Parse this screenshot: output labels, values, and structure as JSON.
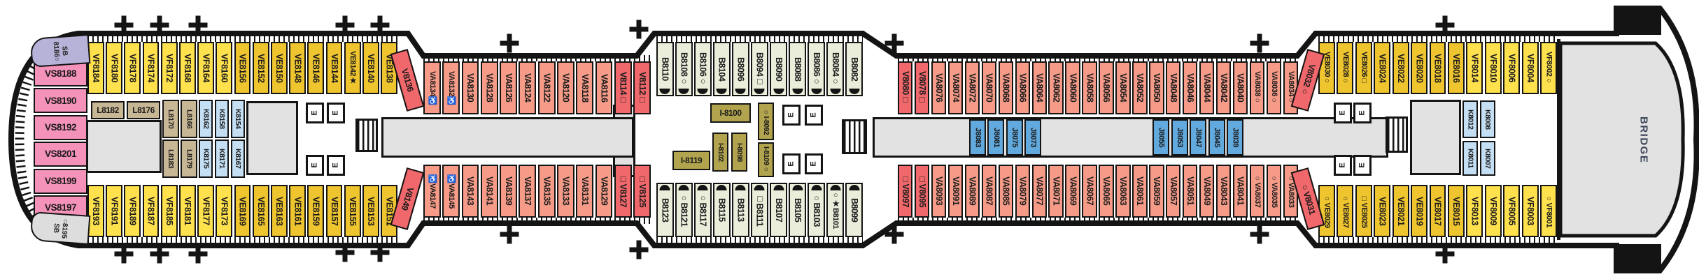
{
  "bridge_label": "BRIDGE",
  "elevator_label": "E",
  "legend_colors": {
    "vf": "#FFE14E",
    "ve": "#EEC42F",
    "vs": "#F492B9",
    "sb": "#B7B2D7",
    "v": "#F0686B",
    "va": "#F59B88",
    "b": "#EAEDDA",
    "l": "#C8B795",
    "i": "#B2A44F",
    "j": "#62A9DE",
    "k": "#C4DFF4",
    "open_area": "#E2E2E2",
    "line": "#141414"
  },
  "rows": {
    "a_top": [
      "VF8184",
      "VF8180",
      "VF8178",
      "VF8174",
      "VF8172",
      "VF8168",
      "VF8164",
      "VF8160",
      "VE8156",
      "VE8152",
      "VE8150",
      "VE8148",
      "VE8146",
      "VE8144",
      "VE8142★",
      "VE8140",
      "VE8138"
    ],
    "a_bottom": [
      "VF8193",
      "VF8191",
      "VF8189",
      "VF8187",
      "VF8185",
      "VF8181",
      "VF8177",
      "VF8173",
      "VE8169",
      "VE8165",
      "VE8163",
      "VE8161",
      "VE8159",
      "VE8157",
      "VE8155",
      "VE8153",
      "VE8151"
    ],
    "b_top": [
      "VA8134♿",
      "VA8132♿",
      "VA8130",
      "VA8128",
      "VA8126",
      "VA8124",
      "VA8122",
      "VA8120",
      "VA8118",
      "VA8116",
      "V8114□",
      "V8112□"
    ],
    "b_bottom": [
      "♿VA8147",
      "♿VA8145",
      "VA8143",
      "VA8141",
      "VA8139",
      "VA8137",
      "VA8135",
      "VA8133",
      "VA8131",
      "VA8129",
      "□V8127",
      "□V8125"
    ],
    "c_top": [
      "B8110",
      "B8108○",
      "B8106○",
      "B8104",
      "B8096",
      "B8094□",
      "B8090",
      "B8088",
      "B8086○",
      "B8084○",
      "B8082"
    ],
    "c_bottom": [
      "B8123",
      "○B8121",
      "○B8117",
      "B8115",
      "B8113",
      "□B8111",
      "B8107",
      "B8105",
      "○B8103",
      "○★B8101",
      "B8099"
    ],
    "d_top": [
      "V8080□",
      "V8078□",
      "VA8076",
      "VA8074",
      "VA8072",
      "VA8070",
      "VA8068",
      "VA8066",
      "VA8064",
      "VA8062",
      "VA8060",
      "VA8058",
      "VA8056",
      "VA8054",
      "VA8052",
      "VA8050",
      "VA8048",
      "VA8046",
      "VA8044",
      "VA8042",
      "VA8040",
      "VA8038○",
      "VA8036○",
      "VA8034○"
    ],
    "d_bottom": [
      "□V8097",
      "□V8095",
      "VA8093",
      "VA8091",
      "VA8089",
      "VA8087",
      "VA8085",
      "VA8079",
      "VA8077",
      "VA8071",
      "VA8069",
      "VA8067",
      "VA8065",
      "VA8063",
      "VA8061",
      "VA8059",
      "VA8057",
      "VA8051",
      "VA8049",
      "VA8043",
      "VA8041",
      "○VA8037",
      "○VA8035",
      "○VA8033"
    ],
    "e_top": [
      "VE8030○",
      "VE8028○",
      "VE8026□",
      "VE8024",
      "VE8022",
      "VE8020",
      "VE8018",
      "VE8016",
      "VF8014",
      "VF8010",
      "VF8006",
      "VF8004",
      "VF8002○"
    ],
    "e_bottom": [
      "○VE8029",
      "○VE8027",
      "□VE8025",
      "VE8023",
      "VE8021",
      "VE8019",
      "VE8017",
      "VE8015",
      "VF8013",
      "VF8009",
      "VF8005",
      "VF8003",
      "○VF8001"
    ],
    "l_vertical_top": [
      "L8170",
      "L8166"
    ],
    "l_vertical_bottom": [
      "L8183",
      "L8179"
    ],
    "k_left_top": [
      "K8162",
      "K8158",
      "K8154"
    ],
    "k_left_bottom": [
      "K8175",
      "K8171",
      "K8167"
    ],
    "j_mid_aft": [
      "J8083",
      "J8081",
      "J8075",
      "J8073"
    ],
    "j_mid_fwd": [
      "J8055",
      "J8053",
      "J8047",
      "J8045",
      "J8039"
    ],
    "k_right_top": [
      "K8012",
      "K8008"
    ],
    "k_right_bottom": [
      "K8011",
      "K8007"
    ],
    "vs_stern": [
      "VS8188",
      "VS8190",
      "VS8192",
      "VS8201",
      "VS8199",
      "VS8197"
    ]
  },
  "cabins": {
    "sb_top": "SB\n8186○",
    "sb_bottom": "○8195\nSB",
    "v8136": "V8136",
    "v8149": "V8149",
    "v8032": "V8032○",
    "v8031": "○V8031",
    "i8100": "I-8100",
    "i8119": "I-8119",
    "i8102": "I-8102",
    "i8098": "I-8098",
    "i8092": "○I-8092",
    "i8109": "I-8109○",
    "l8182": "L8182",
    "l8176": "L8176"
  }
}
